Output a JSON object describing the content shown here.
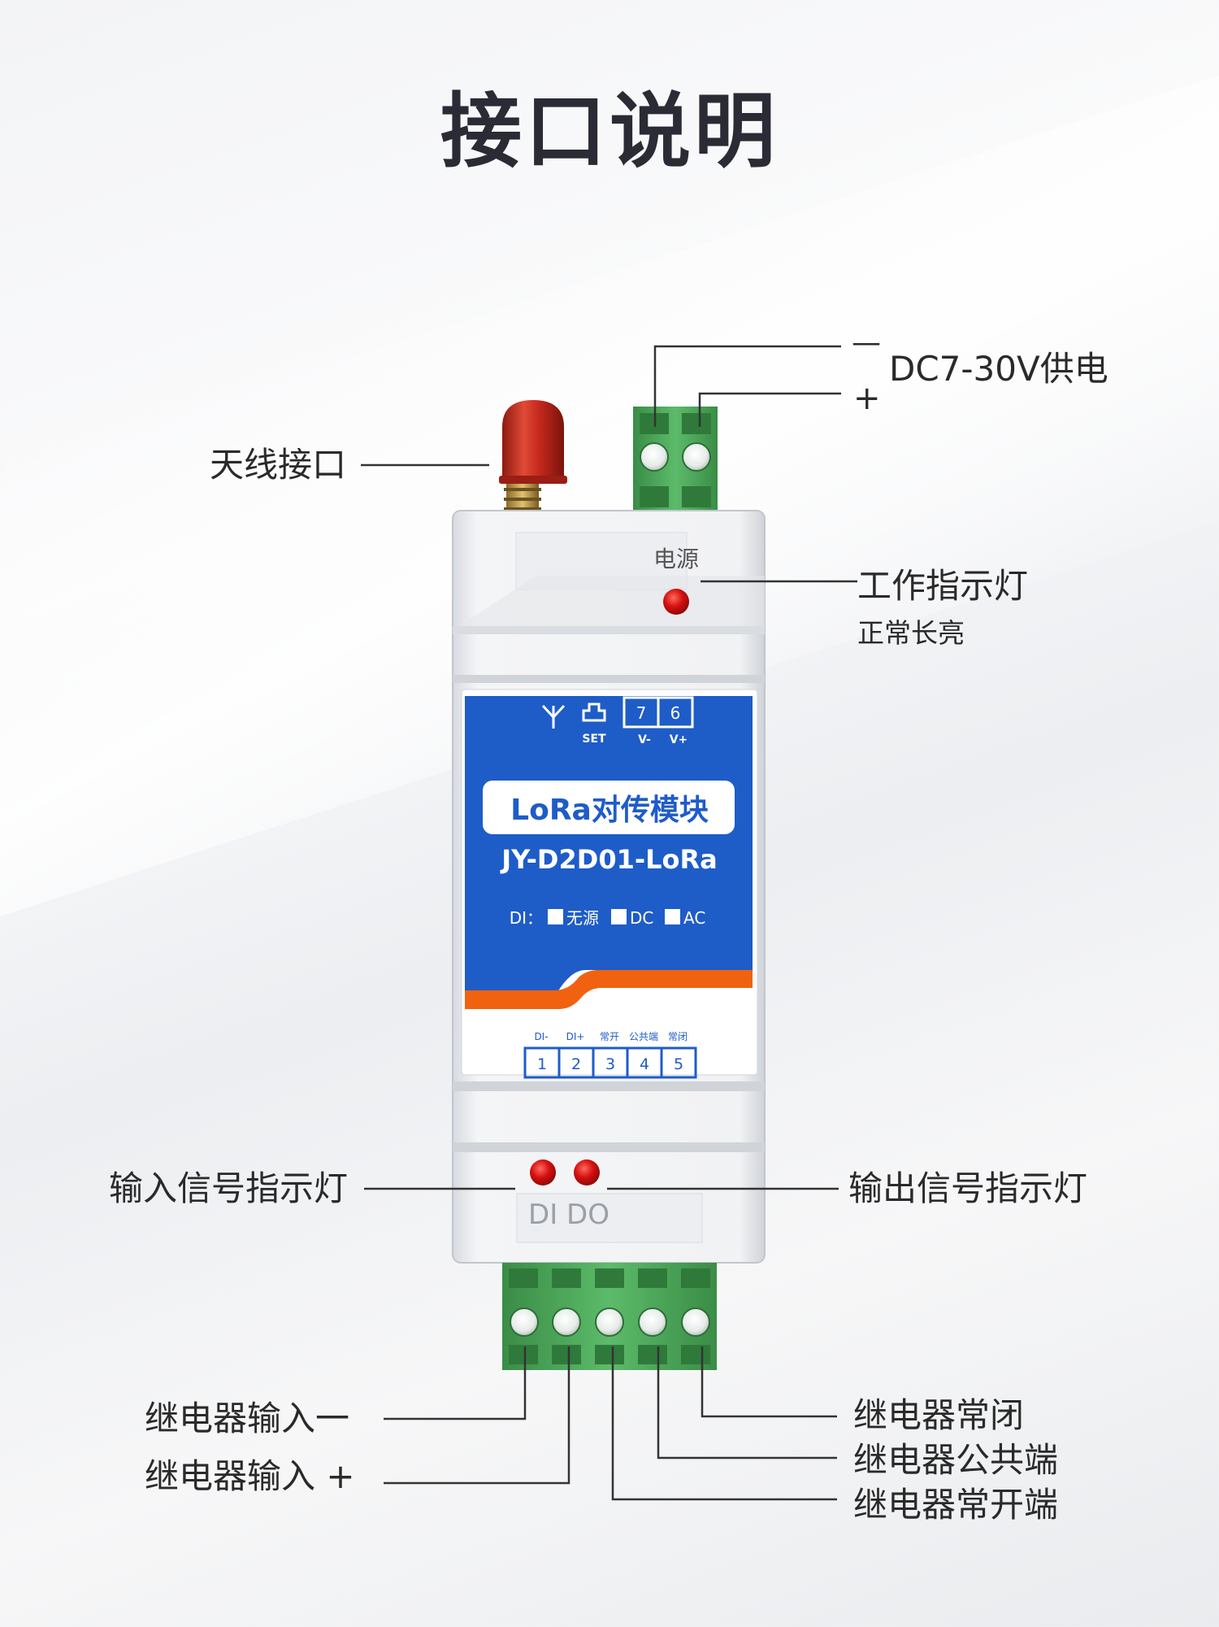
{
  "title": "接口说明",
  "callouts": {
    "antenna": "天线接口",
    "power_minus": "—",
    "power_plus": "+",
    "power_label": "DC7-30V供电",
    "work_led": "工作指示灯",
    "work_led_sub": "正常长亮",
    "input_led": "输入信号指示灯",
    "output_led": "输出信号指示灯",
    "relay_in_minus": "继电器输入一",
    "relay_in_plus": "继电器输入 +",
    "relay_nc": "继电器常闭",
    "relay_com": "继电器公共端",
    "relay_no": "继电器常开端"
  },
  "device": {
    "power_text": "电源",
    "panel_set": "SET",
    "top_terminals": [
      "7",
      "6"
    ],
    "top_terminal_labels": [
      "V-",
      "V+"
    ],
    "product_name": "LoRa对传模块",
    "model": "JY-D2D01-LoRa",
    "di_prefix": "DI：",
    "di_options": [
      "无源",
      "DC",
      "AC"
    ],
    "bottom_terminal_labels": [
      "DI-",
      "DI+",
      "常开",
      "公共端",
      "常闭"
    ],
    "bottom_terminals": [
      "1",
      "2",
      "3",
      "4",
      "5"
    ],
    "status_leds": "DI DO",
    "colors": {
      "panel_blue": "#1e5cc8",
      "accent_orange": "#f0620f",
      "connector_green": "#4caa5a",
      "led_red": "#d41010",
      "antenna_red": "#c4281c"
    }
  }
}
